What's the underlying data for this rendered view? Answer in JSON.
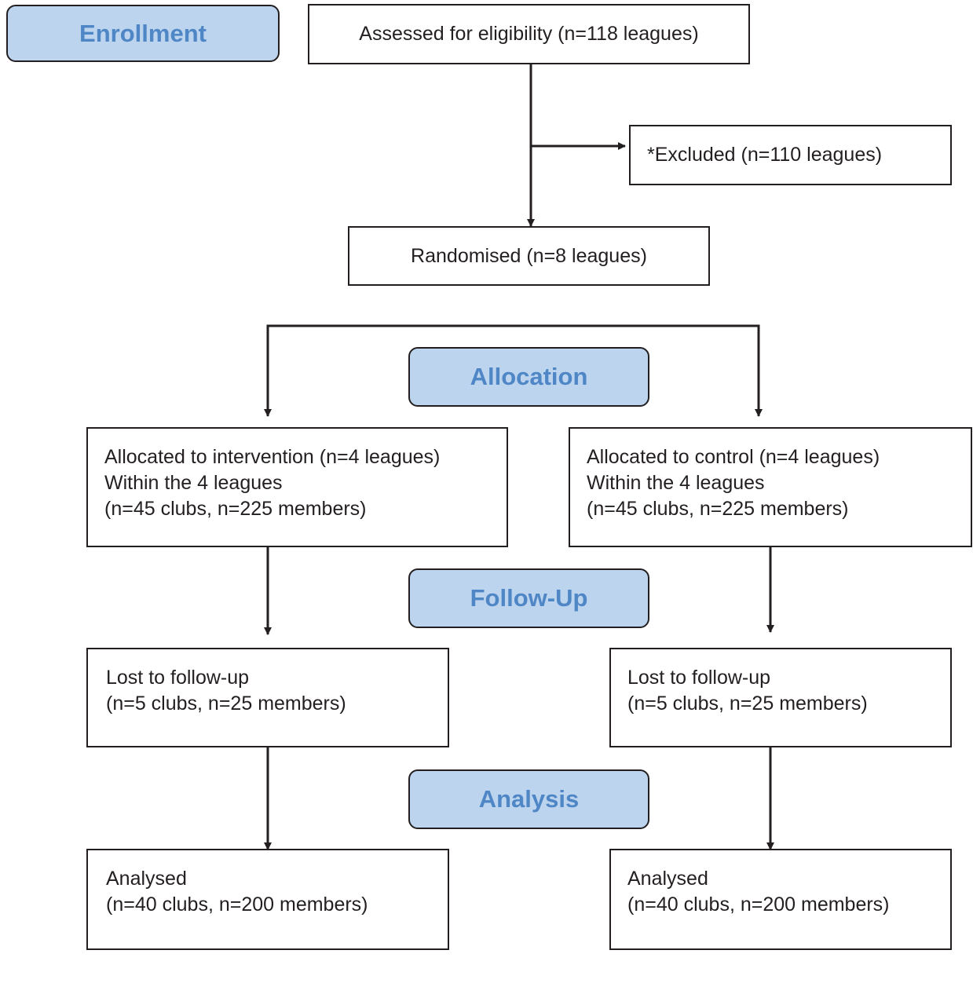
{
  "stages": {
    "enrollment": "Enrollment",
    "allocation": "Allocation",
    "follow_up": "Follow-Up",
    "analysis": "Analysis"
  },
  "boxes": {
    "assessed": "Assessed for eligibility (n=118 leagues)",
    "excluded": "*Excluded  (n=110 leagues)",
    "randomised": "Randomised (n=8 leagues)",
    "intervention": {
      "line1": "Allocated to intervention (n=4 leagues)",
      "line2": "Within the 4 leagues",
      "line3": "(n=45 clubs, n=225 members)"
    },
    "control": {
      "line1": "Allocated to control (n=4 leagues)",
      "line2": "Within the 4 leagues",
      "line3": "(n=45 clubs, n=225 members)"
    },
    "lost_intervention": {
      "line1": "Lost to follow-up",
      "line2": "(n=5 clubs, n=25 members)"
    },
    "lost_control": {
      "line1": "Lost to follow-up",
      "line2": "(n=5 clubs, n=25 members)"
    },
    "analysed_intervention": {
      "line1": "Analysed",
      "line2": "(n=40 clubs, n=200 members)"
    },
    "analysed_control": {
      "line1": "Analysed",
      "line2": "(n=40 clubs, n=200 members)"
    }
  }
}
